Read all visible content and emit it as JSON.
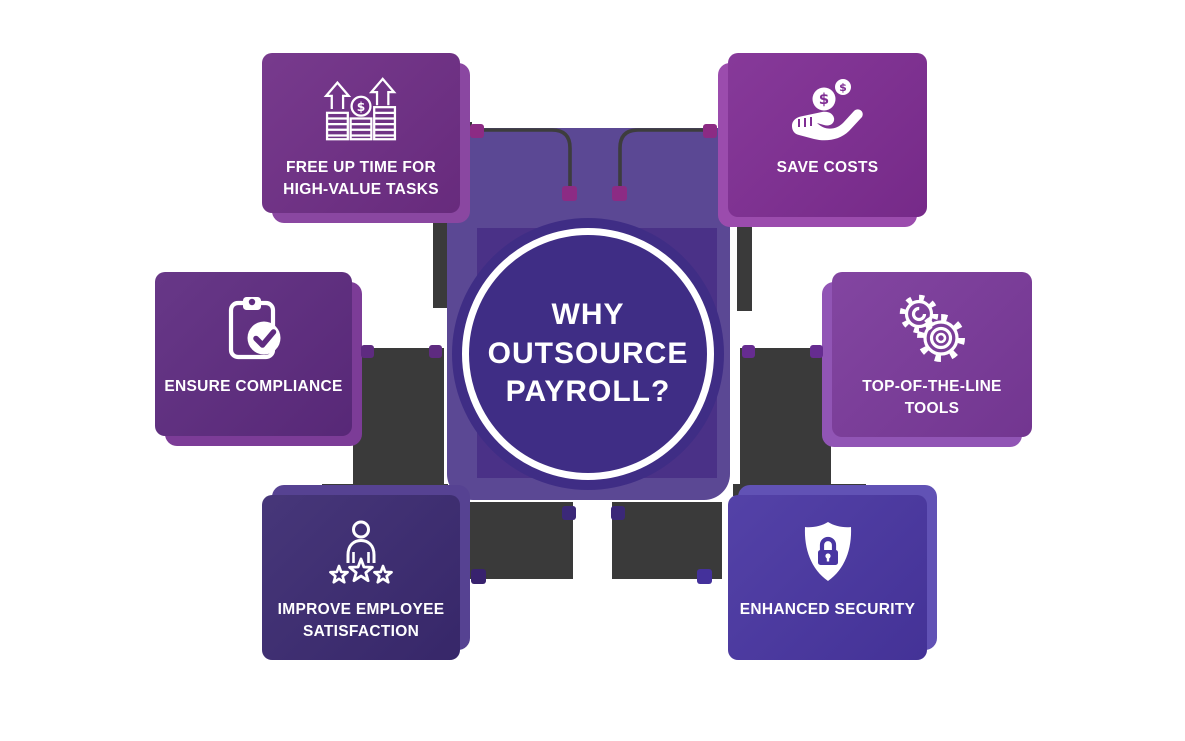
{
  "center": {
    "title": "WHY\nOUTSOURCE\nPAYROLL?"
  },
  "cards": [
    {
      "id": "free-up-time",
      "label": "FREE UP TIME FOR\nHIGH-VALUE TASKS",
      "icon": "coin-stacks-growth-icon"
    },
    {
      "id": "save-costs",
      "label": "SAVE COSTS",
      "icon": "hand-receiving-coins-icon"
    },
    {
      "id": "ensure-compliance",
      "label": "ENSURE COMPLIANCE",
      "icon": "clipboard-check-icon"
    },
    {
      "id": "top-of-the-line-tools",
      "label": "TOP-OF-THE-LINE\nTOOLS",
      "icon": "gears-icon"
    },
    {
      "id": "improve-employee-satisfaction",
      "label": "IMPROVE EMPLOYEE\nSATISFACTION",
      "icon": "person-rating-stars-icon"
    },
    {
      "id": "enhanced-security",
      "label": "ENHANCED SECURITY",
      "icon": "shield-lock-icon"
    }
  ],
  "icon_dollar_symbol": "$",
  "colors": {
    "background": "#FFFFFF",
    "card-tl": "#6F2E86",
    "card-tr": "#7F2D93",
    "card-ml": "#5E2B80",
    "card-mr": "#7B3A9B",
    "card-bl": "#3B2A71",
    "card-br": "#4936A2",
    "card-tl-back": "#8A47A1",
    "card-tr-back": "#9B4CAD",
    "card-ml-back": "#7C3C97",
    "card-mr-back": "#9155B5",
    "card-bl-back": "#564292",
    "card-br-back": "#6152B5",
    "panel": "#5B4894",
    "panel-inner": "#4A3187",
    "circle": "#3F2D85",
    "ring": "#FFFFFF",
    "shadow": "#3A3A3A",
    "connector": "#3D3D3D",
    "dot-magenta": "#8C2B84",
    "dot-purple": "#5E2B80",
    "dot-violet": "#662C90",
    "dot-indigo": "#3B2878",
    "dot-navy": "#38226E",
    "dot-blue-violet": "#44319B",
    "text": "#FFFFFF"
  }
}
